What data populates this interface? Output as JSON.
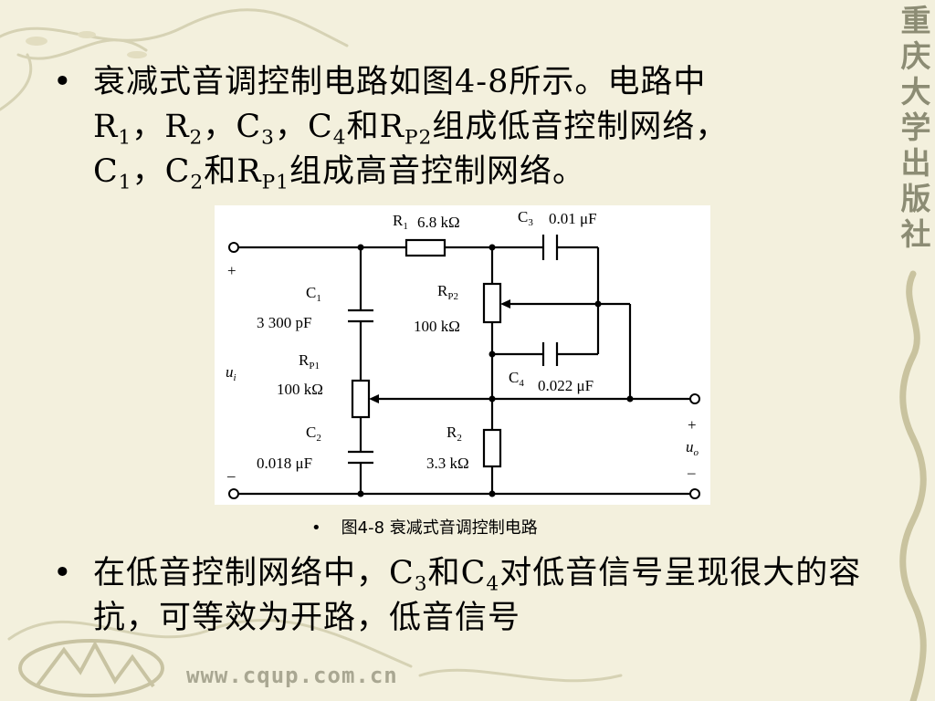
{
  "bullets": [
    {
      "marker": "•",
      "line1": "衰减式音调控制电路如图4-8所示。电路中",
      "r1": "R",
      "r1_sub": "1",
      "sep1": "，",
      "r2": "R",
      "r2_sub": "2",
      "sep2": "，",
      "c3": "C",
      "c3_sub": "3",
      "sep3": "，",
      "c4": "C",
      "c4_sub": "4",
      "and1": "和",
      "rp2": "R",
      "rp2_sub": "P2",
      "tail1": "组成低音控制网络，",
      "c1": "C",
      "c1_sub": "1",
      "sep4": "，",
      "c2": "C",
      "c2_sub": "2",
      "and2": "和",
      "rp1": "R",
      "rp1_sub": "P1",
      "tail2": "组成高音控制网络。"
    },
    {
      "marker": "•",
      "pre": "在低音控制网络中，",
      "c3": "C",
      "c3_sub": "3",
      "and": "和",
      "c4": "C",
      "c4_sub": "4",
      "post": "对低音信号呈现很大的容抗，可等效为开路，低音信号"
    }
  ],
  "figure": {
    "caption_marker": "•",
    "caption": "图4-8  衰减式音调控制电路",
    "labels": {
      "r1": "R",
      "r1_sub": "1",
      "r1_val": "6.8 kΩ",
      "c3": "C",
      "c3_sub": "3",
      "c3_val": "0.01 μF",
      "c1": "C",
      "c1_sub": "1",
      "c1_val": "3 300 pF",
      "rp2": "R",
      "rp2_sub": "P2",
      "rp2_val": "100 kΩ",
      "rp1": "R",
      "rp1_sub": "P1",
      "rp1_val": "100 kΩ",
      "c4": "C",
      "c4_sub": "4",
      "c4_val": "0.022 μF",
      "c2": "C",
      "c2_sub": "2",
      "c2_val": "0.018 μF",
      "r2": "R",
      "r2_sub": "2",
      "r2_val": "3.3 kΩ",
      "ui": "u",
      "ui_sub": "i",
      "uo": "u",
      "uo_sub": "o",
      "plus_in": "+",
      "minus_in": "_",
      "plus_out": "+",
      "minus_out": "–"
    }
  },
  "branding": {
    "publisher": "重庆大学出版社",
    "website": "www.cqup.com.cn"
  },
  "colors": {
    "background": "#f3f0dd",
    "watermark": "#8c8c74"
  }
}
